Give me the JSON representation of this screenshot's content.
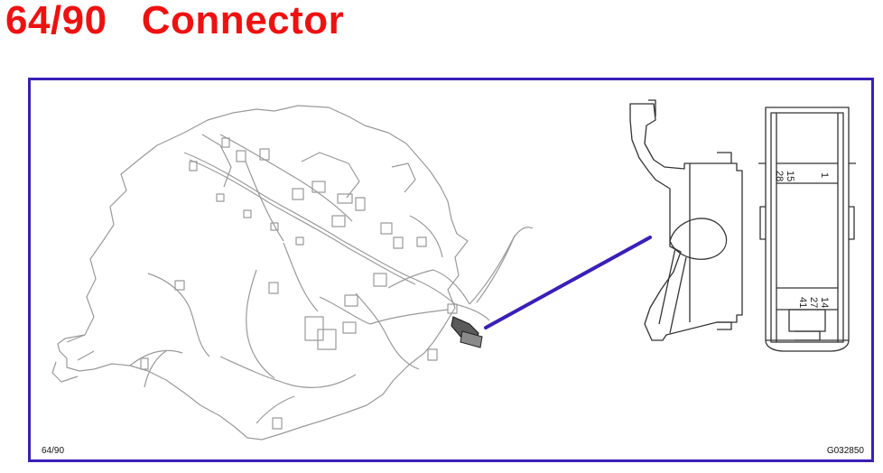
{
  "header": {
    "title": "64/90   Connector"
  },
  "figure": {
    "caption_left": "64/90",
    "caption_right": "G032850",
    "pin_numbers": {
      "top_left": "1",
      "top_mid": "15",
      "top_right": "28",
      "bottom_left": "14",
      "bottom_mid": "27",
      "bottom_right": "41"
    }
  },
  "colors": {
    "title": "#ee1111",
    "frame": "#3a1fb8",
    "pointer": "#3a1fb8",
    "line": "#9a9a9a"
  }
}
